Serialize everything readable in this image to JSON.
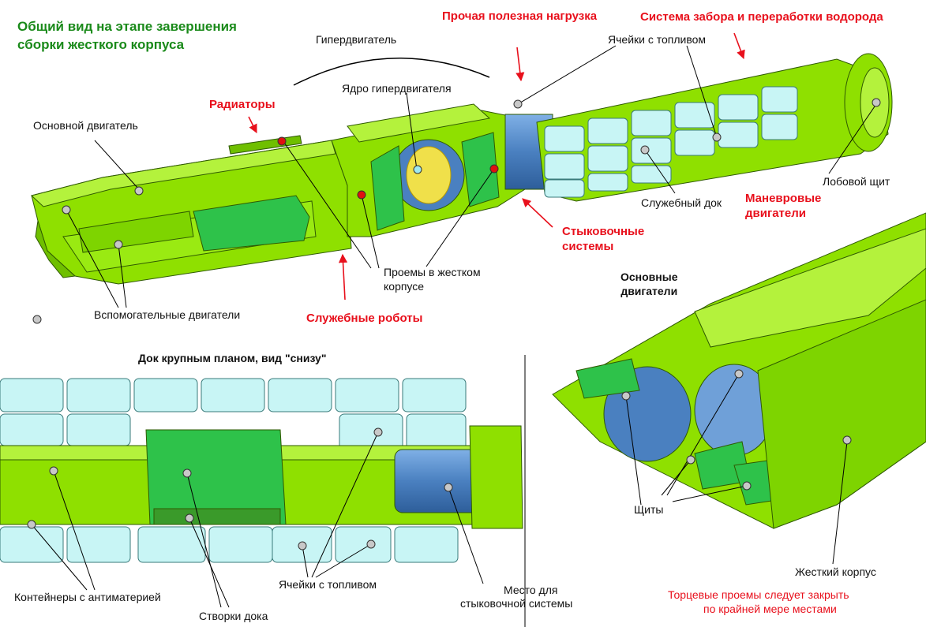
{
  "title": {
    "line1": "Общий вид на этапе завершения",
    "line2": "сборки жесткого корпуса"
  },
  "labels": {
    "payload": "Прочая полезная нагрузка",
    "hydrogen": "Система забора и переработки водорода",
    "hyperdrive": "Гипердвигатель",
    "fuel_cells_top": "Ячейки с топливом",
    "hyper_core": "Ядро гипердвигателя",
    "radiators": "Радиаторы",
    "main_engine": "Основной двигатель",
    "front_shield": "Лобовой щит",
    "maneuver_1": "Маневровые",
    "maneuver_2": "двигатели",
    "service_dock": "Служебный док",
    "docking_1": "Стыковочные",
    "docking_2": "системы",
    "hull_openings_1": "Проемы в жестком",
    "hull_openings_2": "корпусе",
    "aux_engines": "Вспомогательные двигатели",
    "service_robots": "Служебные роботы",
    "main_engines_1": "Основные",
    "main_engines_2": "двигатели",
    "dock_closeup": "Док крупным планом, вид \"снизу\"",
    "shields": "Щиты",
    "antimatter": "Контейнеры с антиматерией",
    "fuel_cells_bottom": "Ячейки с топливом",
    "docking_place_1": "Место для",
    "docking_place_2": "стыковочной системы",
    "dock_doors": "Створки дока",
    "rigid_hull": "Жесткий корпус",
    "note_1": "Торцевые проемы следует закрыть",
    "note_2": "по крайней мере местами"
  },
  "colors": {
    "hull_green": "#8fe000",
    "hull_light": "#b4f23c",
    "hull_dark": "#4e9a06",
    "module_green": "#2ec24a",
    "cell_cyan": "#c8f5f5",
    "cell_edge": "#3a7a7a",
    "tube_blue": "#4a80c0",
    "tube_light": "#6fa0d8",
    "marker_grey": "#c8c8c8",
    "marker_red": "#e01010",
    "title_green": "#1a8a1a",
    "label_red": "#e8101c"
  }
}
